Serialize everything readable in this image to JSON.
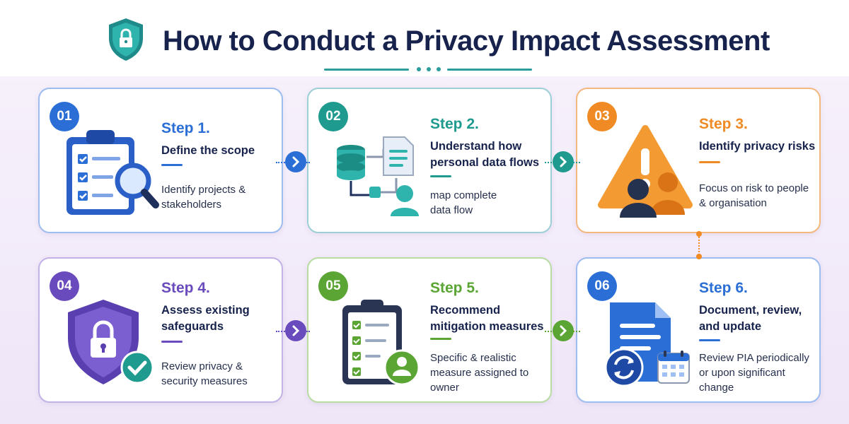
{
  "header": {
    "title": "How to Conduct a Privacy Impact Assessment",
    "accent_color": "#2a9d9c"
  },
  "steps": [
    {
      "number": "01",
      "label": "Step 1.",
      "title": "Define the scope",
      "description": "Identify projects & stakeholders",
      "color": "#2b6fd6",
      "icon": "clipboard-magnifier-icon"
    },
    {
      "number": "02",
      "label": "Step 2.",
      "title": "Understand how personal data flows",
      "description": "map complete data flow",
      "color": "#1f9a8e",
      "icon": "database-flow-icon"
    },
    {
      "number": "03",
      "label": "Step 3.",
      "title": "Identify privacy risks",
      "description": "Focus on risk to people & organisation",
      "color": "#f08a24",
      "icon": "warning-people-icon"
    },
    {
      "number": "04",
      "label": "Step 4.",
      "title": "Assess existing safeguards",
      "description": "Review privacy & security measures",
      "color": "#6a4bbd",
      "icon": "shield-lock-check-icon"
    },
    {
      "number": "05",
      "label": "Step 5.",
      "title": "Recommend mitigation measures",
      "description": "Specific & realistic measure assigned to owner",
      "color": "#5aa534",
      "icon": "checklist-user-icon"
    },
    {
      "number": "06",
      "label": "Step 6.",
      "title": "Document, review, and update",
      "description": "Review PIA periodically or upon significant change",
      "color": "#2b6fd6",
      "icon": "document-refresh-calendar-icon"
    }
  ]
}
